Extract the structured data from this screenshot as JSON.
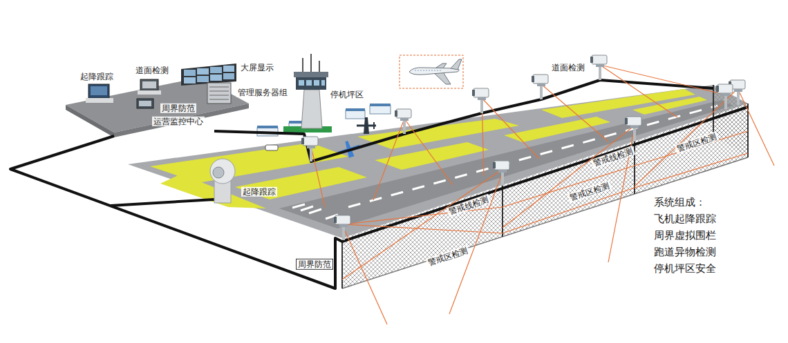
{
  "diagram": {
    "labels": [
      "起降跟踪",
      "道面检测",
      "大屏显示",
      "管理服务器组",
      "周界防范",
      "运营监控中心",
      "停机坪区",
      "道面检测",
      "起降跟踪",
      "警戒区检测",
      "警戒线检测",
      "警戒区检测",
      "警戒线检测",
      "警戒区检测",
      "周界防范",
      "系统组成：",
      "飞机起降跟踪",
      "周界虚拟围栏",
      "跑道异物检测",
      "停机坪区安全"
    ]
  }
}
